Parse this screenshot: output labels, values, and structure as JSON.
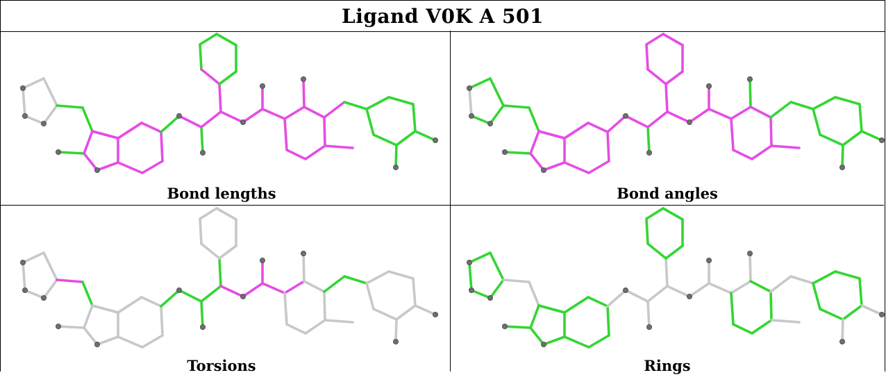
{
  "title": "Ligand V0K A 501",
  "colors": {
    "outlier": "#e64ce6",
    "ok": "#33d633",
    "none": "#c8c8c8",
    "atom": "#6e6e6e"
  },
  "panels": [
    {
      "caption": "Bond lengths",
      "bonds": {
        "magenta": [
          "b3",
          "b5",
          "b6",
          "b7",
          "b8",
          "b9",
          "b10",
          "b11",
          "b12",
          "b13",
          "b14",
          "b15",
          "b21",
          "b22",
          "b23",
          "b24",
          "b25",
          "b26",
          "b27",
          "b28",
          "b29",
          "b30",
          "b31",
          "b32",
          "b33",
          "b34",
          "b35",
          "b36",
          "b37"
        ],
        "green": [
          "b1",
          "b2",
          "b4",
          "b16",
          "b17",
          "b18",
          "b19",
          "b20",
          "b38",
          "b39",
          "b40",
          "b41",
          "b42",
          "b43",
          "b44",
          "b45",
          "b46"
        ],
        "grey": [
          "r1a",
          "r1b",
          "r1c",
          "r1d",
          "r1e"
        ]
      }
    },
    {
      "caption": "Bond angles",
      "bonds": {
        "magenta": [
          "b3",
          "b5",
          "b6",
          "b7",
          "b8",
          "b9",
          "b10",
          "b11",
          "b12",
          "b13",
          "b14",
          "b15",
          "b16",
          "b17",
          "b18",
          "b19",
          "b21",
          "b22",
          "b23",
          "b24",
          "b25",
          "b26",
          "b27",
          "b28",
          "b30",
          "b31",
          "b32",
          "b33",
          "b34",
          "b35",
          "b36"
        ],
        "green": [
          "r1a",
          "r1b",
          "r1c",
          "r1d",
          "b1",
          "b2",
          "b4",
          "b20",
          "b29",
          "b37",
          "b38",
          "b39",
          "b40",
          "b41",
          "b42",
          "b43",
          "b44",
          "b45",
          "b46"
        ],
        "grey": [
          "r1e"
        ]
      }
    },
    {
      "caption": "Torsions",
      "bonds": {
        "magenta": [
          "b1",
          "b24",
          "b25",
          "b26",
          "b27",
          "b28"
        ],
        "green": [
          "b2",
          "b16",
          "b20",
          "b21",
          "b22",
          "b23",
          "b37",
          "b38"
        ],
        "grey": [
          "r1a",
          "r1b",
          "r1c",
          "r1d",
          "r1e",
          "b3",
          "b4",
          "b5",
          "b6",
          "b7",
          "b8",
          "b9",
          "b10",
          "b11",
          "b12",
          "b13",
          "b14",
          "b15",
          "b17",
          "b18",
          "b19",
          "b29",
          "b30",
          "b31",
          "b32",
          "b33",
          "b34",
          "b35",
          "b36",
          "b39",
          "b40",
          "b41",
          "b42",
          "b43",
          "b44",
          "b45",
          "b46"
        ]
      }
    },
    {
      "caption": "Rings",
      "bonds": {
        "magenta": [],
        "green": [
          "r1a",
          "r1b",
          "r1c",
          "r1d",
          "r1e",
          "b3",
          "b4",
          "b5",
          "b6",
          "b7",
          "b8",
          "b9",
          "b10",
          "b11",
          "b12",
          "b13",
          "b14",
          "b15",
          "b17",
          "b18",
          "b19",
          "b30",
          "b31",
          "b32",
          "b33",
          "b34",
          "b35",
          "b39",
          "b40",
          "b41",
          "b42",
          "b43",
          "b44"
        ],
        "grey": [
          "b1",
          "b2",
          "b16",
          "b20",
          "b21",
          "b22",
          "b23",
          "b24",
          "b25",
          "b26",
          "b27",
          "b28",
          "b29",
          "b36",
          "b37",
          "b38",
          "b45",
          "b46"
        ]
      }
    }
  ]
}
